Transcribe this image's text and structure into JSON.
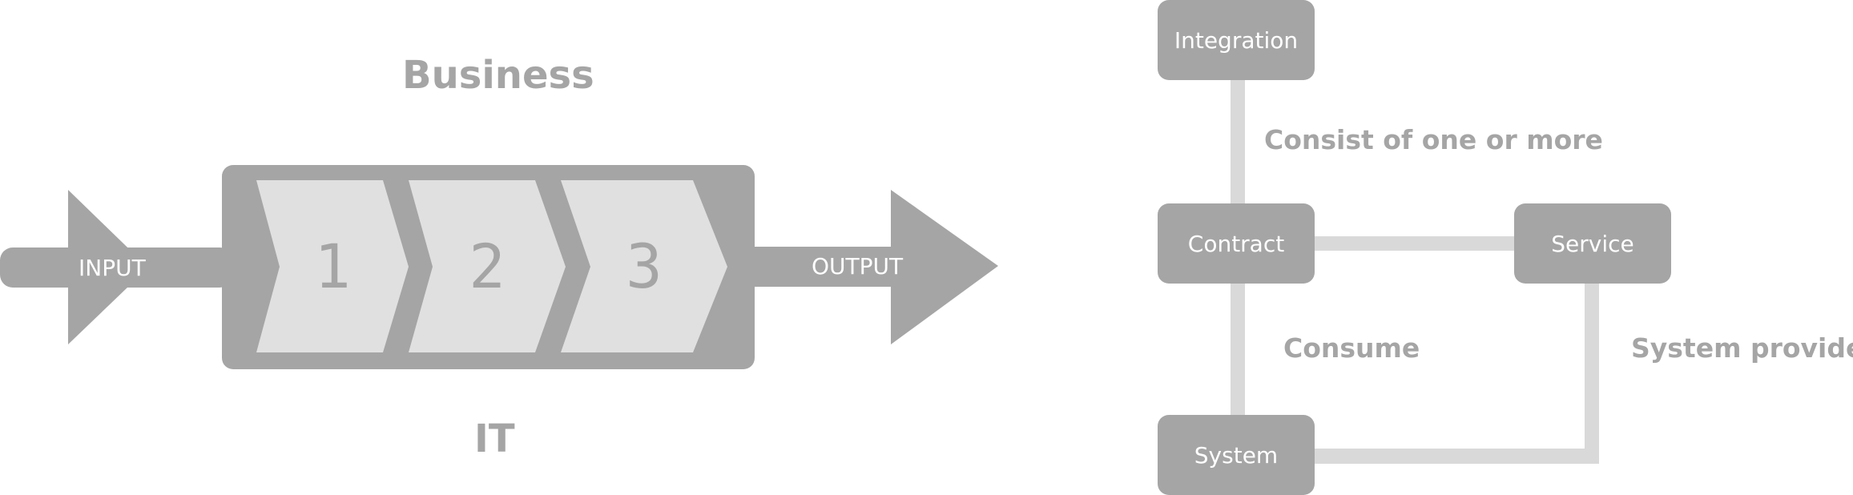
{
  "process": {
    "top_label": "Business",
    "bottom_label": "IT",
    "input_label": "INPUT",
    "output_label": "OUTPUT",
    "steps": [
      "1",
      "2",
      "3"
    ]
  },
  "relations": {
    "nodes": {
      "integration": "Integration",
      "contract": "Contract",
      "service": "Service",
      "system": "System"
    },
    "edge_labels": {
      "consist": "Consist of one or more",
      "consume": "Consume",
      "provides": "System provides"
    }
  },
  "colors": {
    "shape": "#a5a5a5",
    "chevron": "#e0e0e0",
    "connector": "#d9d9d9",
    "node_text": "#ffffff"
  }
}
